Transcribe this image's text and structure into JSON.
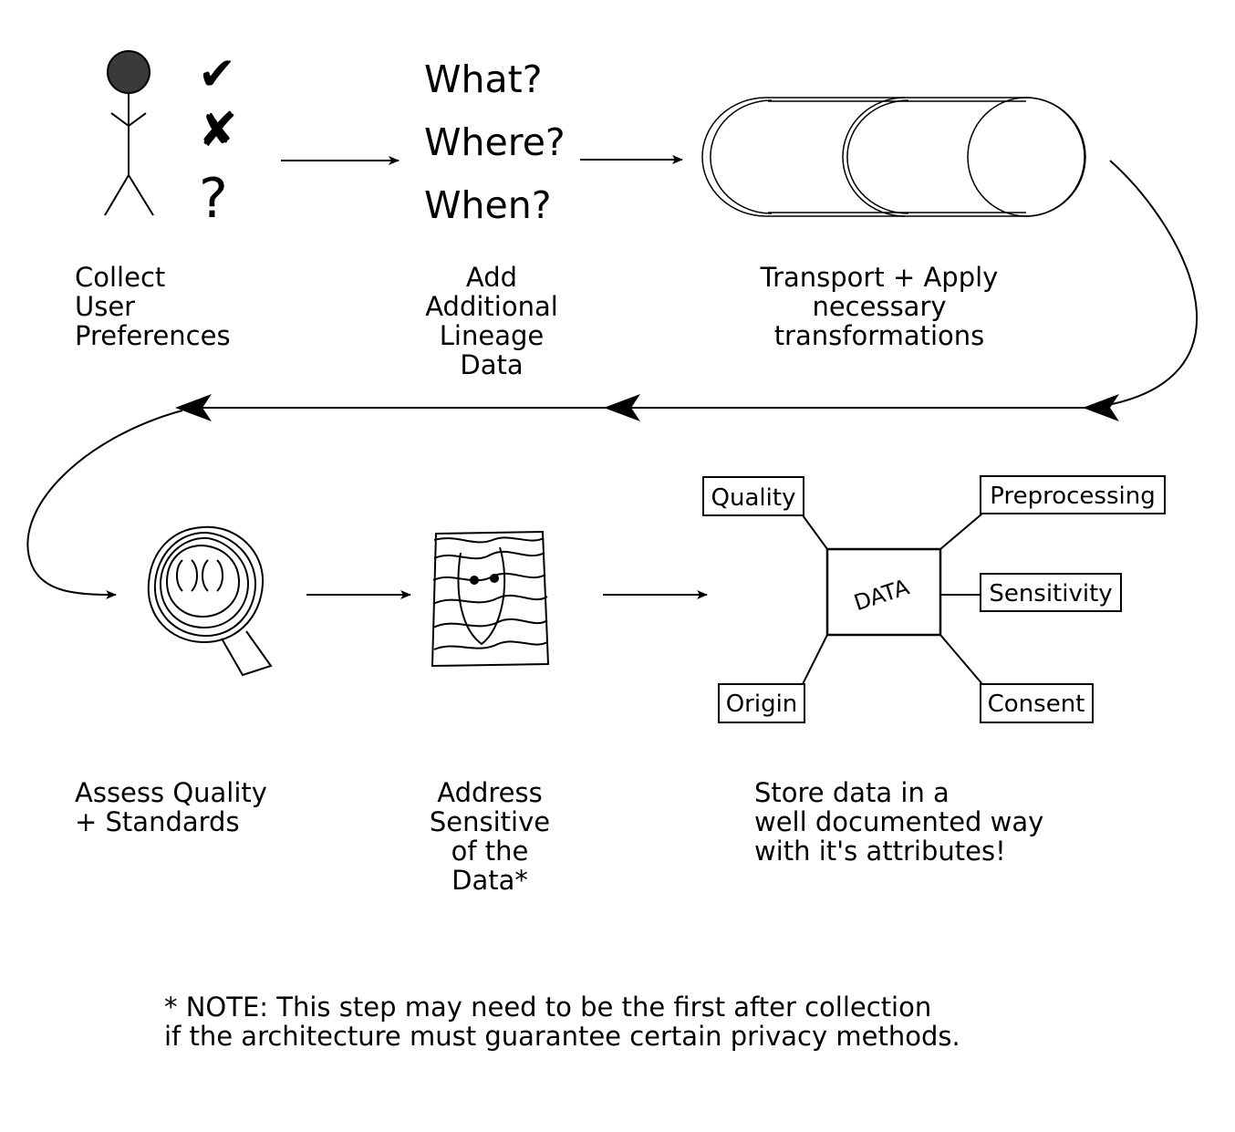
{
  "questions": [
    "What?",
    "Where?",
    "When?"
  ],
  "steps": [
    {
      "id": "collect",
      "label": "Collect\nUser\nPreferences"
    },
    {
      "id": "lineage",
      "label": "Add\nAdditional\nLineage\nData"
    },
    {
      "id": "transport",
      "label": "Transport + Apply\nnecessary\ntransformations"
    },
    {
      "id": "assess",
      "label": "Assess Quality\n+ Standards"
    },
    {
      "id": "sensitive",
      "label": "Address\nSensitive\nof the\nData*"
    },
    {
      "id": "store",
      "label": "Store data in a\nwell documented way\nwith it's attributes!"
    }
  ],
  "preference_marks": [
    "✔",
    "✘",
    "?"
  ],
  "data_node": {
    "center": "DATA",
    "attributes": [
      "Quality",
      "Preprocessing",
      "Sensitivity",
      "Origin",
      "Consent"
    ]
  },
  "note": "* NOTE: This step may need to be the first after collection\nif the architecture must guarantee certain privacy methods."
}
